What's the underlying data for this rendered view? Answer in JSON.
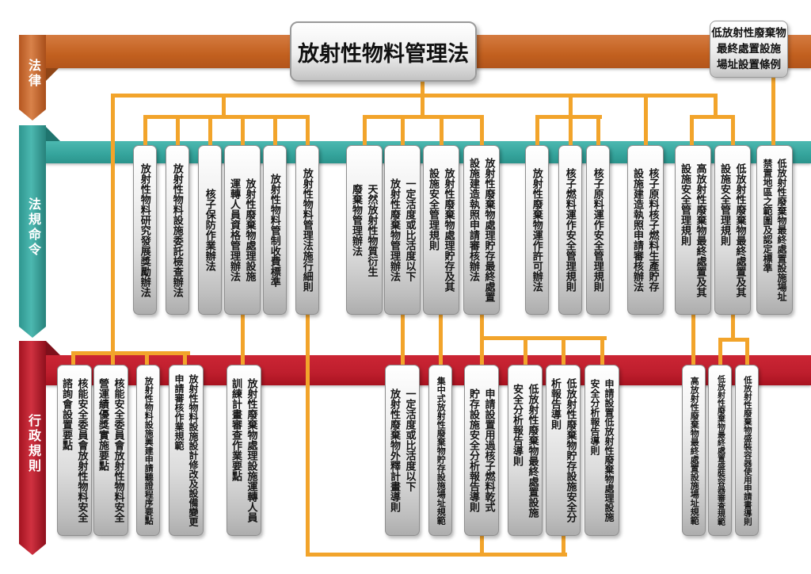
{
  "title": "放射性物料管理法",
  "top_right_law": "低放射性廢棄物\n最終處置設施\n場址設置條例",
  "tiers": {
    "law": {
      "ribbon_label": "法律"
    },
    "regulations": {
      "ribbon_label": "法規命令",
      "boxes": [
        "放射性物料研究發展獎勵辦法",
        "放射性物料設施委託檢查辦法",
        "核子保防作業辦法",
        "放射性廢棄物處理設施\n運轉人員資格管理辦法",
        "放射性物料管制收費標準",
        "放射性物料管理法施行細則",
        "天然放射性物質衍生\n廢棄物管理辦法",
        "一定活度或比活度以下\n放射性廢棄物管理辦法",
        "放射性廢棄物處理貯存及其\n設施安全管理規則",
        "放射性廢棄物處理貯存最終處置\n設施建造執照申請審核辦法",
        "放射性廢棄物運作許可辦法",
        "核子燃料運作安全管理規則",
        "核子原料運作安全管理規則",
        "核子原料核子燃料生產貯存\n設施建造執照申請審核辦法",
        "高放射性廢棄物最終處置及其\n設施安全管理規則",
        "低放射性廢棄物最終處置及其\n設施安全管理規則",
        "低放射性廢棄物最終處置設施場址\n禁置地區之範圍及認定標準"
      ]
    },
    "admin_rules": {
      "ribbon_label": "行政規則",
      "boxes": [
        "核能安全委員會放射性物料安全\n諮詢會設置要點",
        "核能安全委員會放射性物料安全\n營運績優獎實施要點",
        "放射性物料設施興建申請聽證程序要點",
        "放射性物料設施設計修改及設備變更\n申請審核作業規範",
        "放射性廢棄物處理設施運轉人員\n訓練計畫審查作業要點",
        "一定活度或比活度以下\n放射性廢棄物外釋計畫導則",
        "集中式放射性廢棄物貯存設施場址規範",
        "申請設置用過核子燃料乾式\n貯存設施安全分析報告導則",
        "低放射性廢棄物最終處置設施\n安全分析報告導則",
        "低放射性廢棄物貯存設施安全分\n析報告導則",
        "申請設置低放射性廢棄物處理設施\n安全分析報告導則",
        "高放射性廢棄物最終處置設施場址規範",
        "低放射性廢棄物最終處置盛裝容器審查規範",
        "低放射性廢棄物盛裝容器使用申請書導則"
      ]
    }
  },
  "colors": {
    "law_band": "#C2601F",
    "regulation_band": "#35A49C",
    "admin_band": "#BE1E2D",
    "connector": "#F2A42B",
    "box_text": "#151515"
  }
}
